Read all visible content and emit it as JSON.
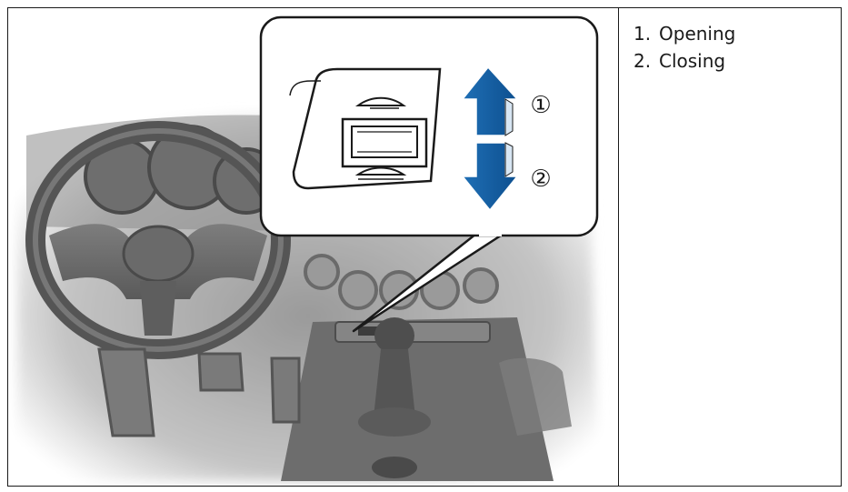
{
  "callouts": {
    "one": "①",
    "two": "②"
  },
  "legend": {
    "items": [
      {
        "number": "1.",
        "label": "Opening"
      },
      {
        "number": "2.",
        "label": "Closing"
      }
    ]
  }
}
